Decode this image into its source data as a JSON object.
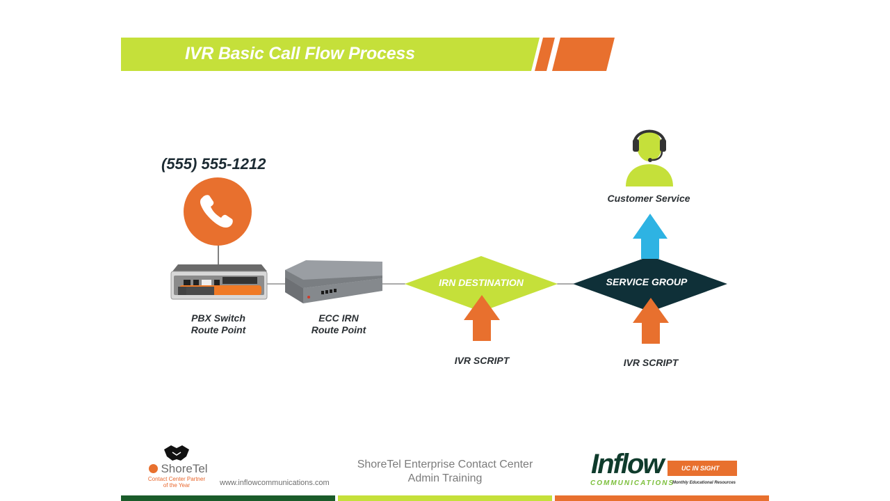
{
  "title": "IVR Basic Call Flow Process",
  "phone_number": "(555) 555-1212",
  "nodes": {
    "pbx": {
      "line1": "PBX Switch",
      "line2": "Route Point"
    },
    "ecc": {
      "line1": "ECC IRN",
      "line2": "Route Point"
    },
    "irn_destination": "IRN DESTINATION",
    "service_group": "SERVICE GROUP",
    "ivr_script_1": "IVR SCRIPT",
    "ivr_script_2": "IVR SCRIPT",
    "customer_service": "Customer Service"
  },
  "footer": {
    "center_line1": "ShoreTel Enterprise Contact Center",
    "center_line2": "Admin Training",
    "url": "www.inflowcommunications.com",
    "shoretel_brand": "ShoreTel",
    "shoretel_sub1": "Contact Center Partner",
    "shoretel_sub2": "of the Year",
    "inflow_word": "Inflow",
    "inflow_sub": "COMMUNICATIONS",
    "uc_in_sight": "UC IN SIGHT",
    "inflow_tagline": "Monthly Educational Resources"
  },
  "colors": {
    "lime": "#c5e03a",
    "orange": "#e8702e",
    "dark_teal": "#0f3038",
    "sky_blue": "#2eb3e3",
    "dark_green": "#1a5c2a"
  },
  "icons": [
    "phone-icon",
    "headset-agent-icon",
    "handshake-icon"
  ]
}
